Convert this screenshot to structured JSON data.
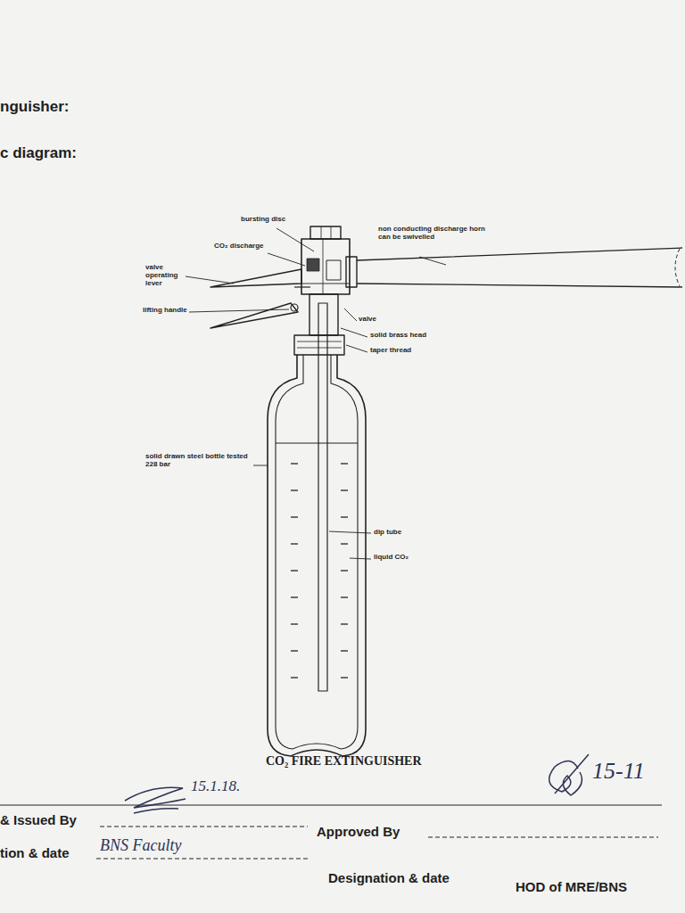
{
  "diagram": {
    "caption": "CO₂ FIRE EXTINGUISHER",
    "labels": [
      "nguisher:",
      "c diagram:",
      "bursting disc",
      "CO₂ discharge",
      "valve operating lever",
      "lifting handle",
      "non conducting discharge horn can be swivelled",
      "valve",
      "solid brass head",
      "taper thread",
      "solid drawn steel bottle tested 228 bar",
      "dip tube",
      "liquid CO₂",
      "& Issued By",
      "15.1.18.",
      "Approved By",
      "tion & date",
      "BNS Faculty",
      "Designation & date",
      "HOD of MRE/BNS",
      "15-11"
    ]
  }
}
